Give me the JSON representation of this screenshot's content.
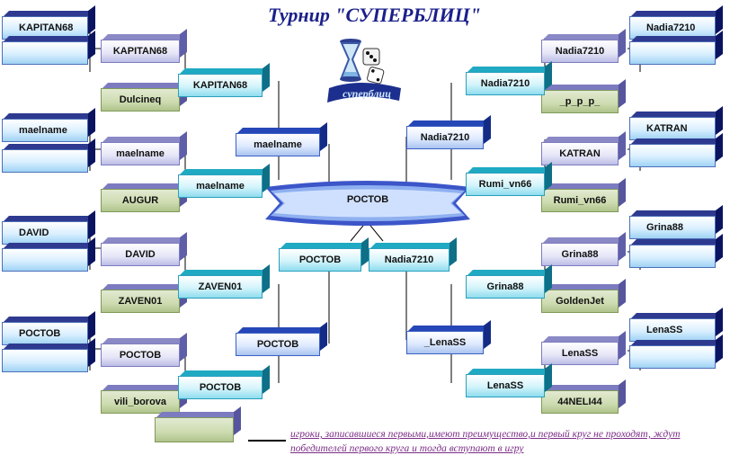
{
  "title": "Турнир \"СУПЕРБЛИЦ\"",
  "logo_text": "суперблиц",
  "final": {
    "label": "РОСТОВ"
  },
  "left": {
    "r1": [
      "KAPITAN68",
      "",
      "maelname",
      "",
      "DAVID",
      "",
      "РОСТОВ",
      ""
    ],
    "r2": [
      "KAPITAN68",
      "Dulcineq",
      "maelname",
      "AUGUR",
      "DAVID",
      "ZAVEN01",
      "РОСТОВ",
      "vili_borova"
    ],
    "r3": [
      "KAPITAN68",
      "maelname",
      "ZAVEN01",
      "РОСТОВ"
    ],
    "r4": [
      "maelname",
      "РОСТОВ"
    ],
    "semi": "РОСТОВ"
  },
  "right": {
    "r1": [
      "Nadia7210",
      "",
      "KATRAN",
      "",
      "Grina88",
      "",
      "LenaSS",
      ""
    ],
    "r2": [
      "Nadia7210",
      "_р_р_р_",
      "KATRAN",
      "Rumi_vn66",
      "Grina88",
      "GoldenJet",
      "LenaSS",
      "44NELI44"
    ],
    "r3": [
      "Nadia7210",
      "Rumi_vn66",
      "Grina88",
      "LenaSS"
    ],
    "r4": [
      "Nadia7210",
      "_LenaSS"
    ],
    "semi": "Nadia7210"
  },
  "legend_box": "",
  "note": "игроки, записавшиеся первыми,имеют преимущество,и первый круг не проходят, ждут победителей первого круга и тогда вступают в игру",
  "colors": {
    "title": "#1a1f8a",
    "note": "#7b2d86",
    "lines": "#000000"
  }
}
